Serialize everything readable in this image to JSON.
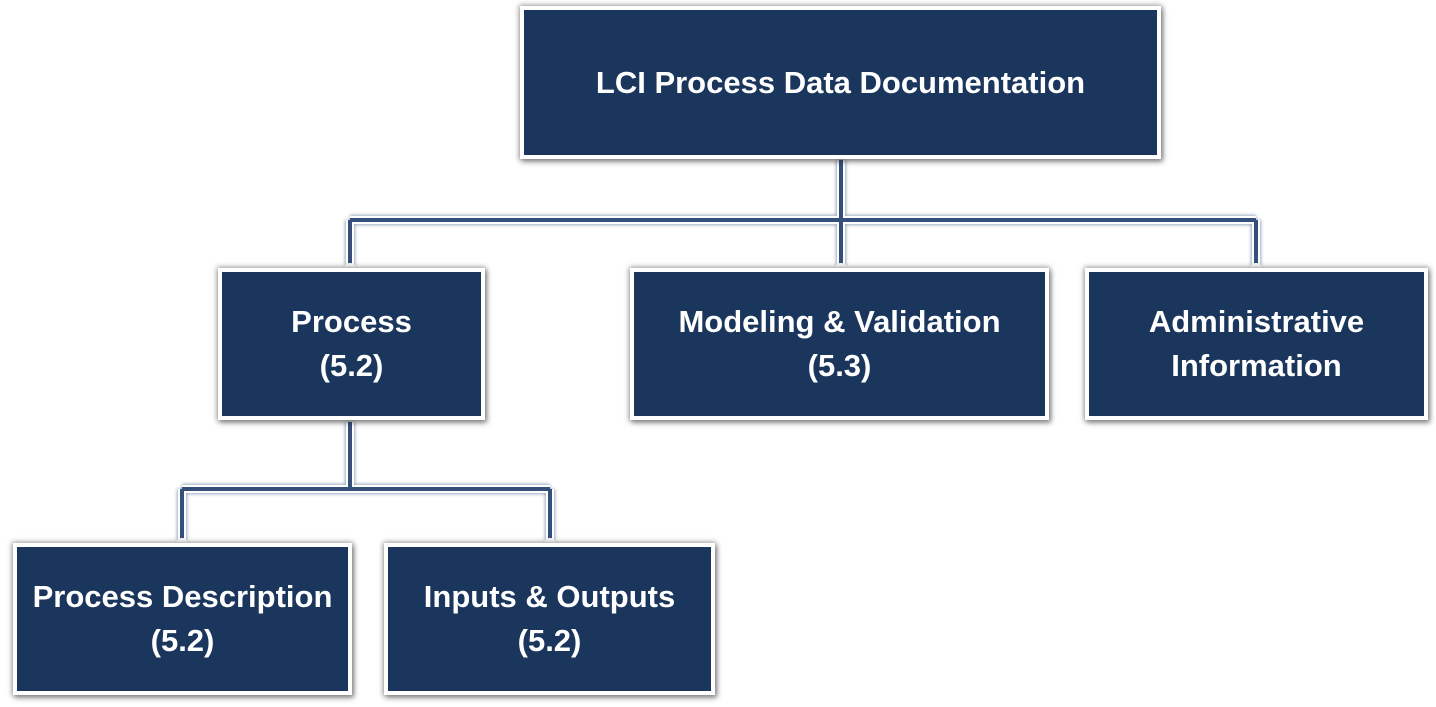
{
  "colors": {
    "box_fill": "#1b365d",
    "box_border": "#ffffff",
    "text": "#ffffff",
    "connector": "#34507a"
  },
  "nodes": {
    "root": {
      "line1": "LCI Process Data Documentation",
      "line2": ""
    },
    "process": {
      "line1": "Process",
      "line2": "(5.2)"
    },
    "modeling": {
      "line1": "Modeling & Validation",
      "line2": "(5.3)"
    },
    "admin": {
      "line1": "Administrative",
      "line2": "Information"
    },
    "process_description": {
      "line1": "Process Description",
      "line2": "(5.2)"
    },
    "inputs_outputs": {
      "line1": "Inputs & Outputs",
      "line2": "(5.2)"
    }
  },
  "edges": [
    {
      "from": "root",
      "to": "process"
    },
    {
      "from": "root",
      "to": "modeling"
    },
    {
      "from": "root",
      "to": "admin"
    },
    {
      "from": "process",
      "to": "process_description"
    },
    {
      "from": "process",
      "to": "inputs_outputs"
    }
  ]
}
